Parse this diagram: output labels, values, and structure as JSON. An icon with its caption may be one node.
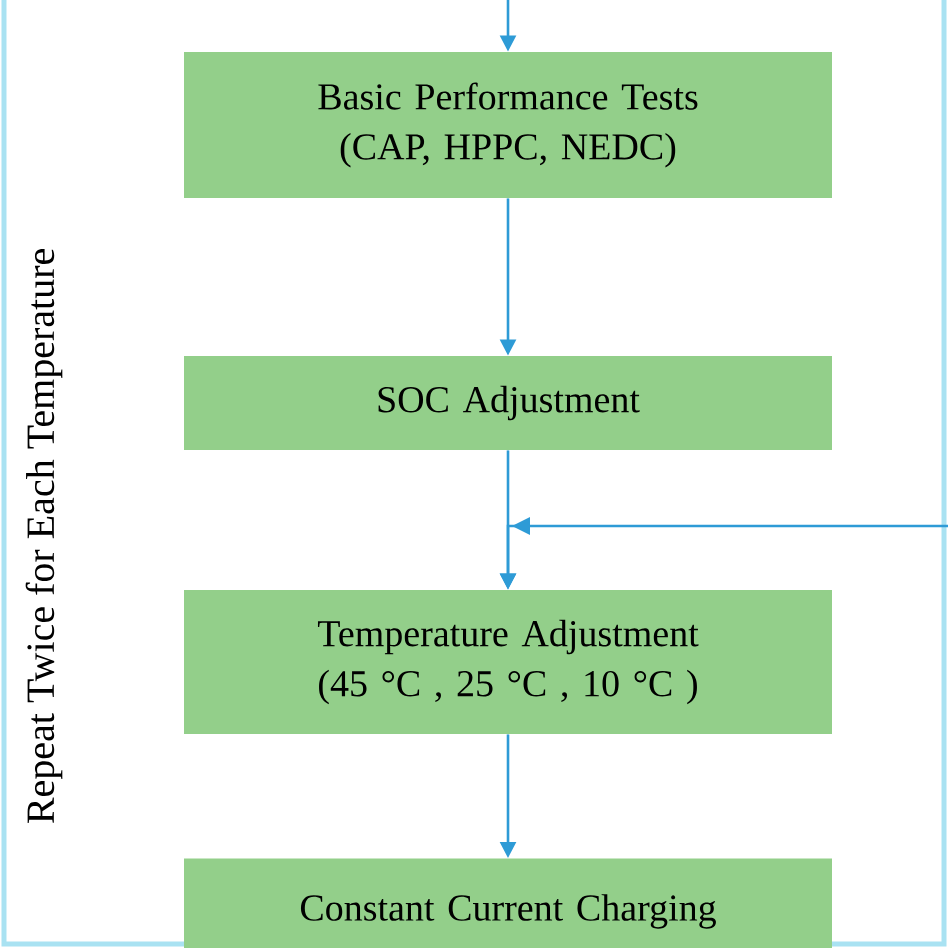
{
  "diagram": {
    "nodes": [
      {
        "text": [
          "Basic Performance Tests (CAP, HPPC, NEDC)"
        ]
      },
      {
        "text": [
          "SOC Adjustment"
        ]
      },
      {
        "text": [
          "Temperature Adjustment (45 °C , 25 °C , 10 °C )"
        ]
      },
      {
        "text": [
          "Constant Current Charging"
        ]
      }
    ],
    "edges": [
      {
        "from": null,
        "to": 0,
        "arrow": "to"
      },
      {
        "from": 0,
        "to": 1,
        "arrow": "to"
      },
      {
        "from": 1,
        "to": 2,
        "arrow": "to"
      },
      {
        "from": null,
        "to": 2,
        "arrow": "to"
      },
      {
        "from": 2,
        "to": 3,
        "arrow": "to"
      }
    ],
    "labels": [
      "Repeat Twice for Each Temperature"
    ]
  }
}
